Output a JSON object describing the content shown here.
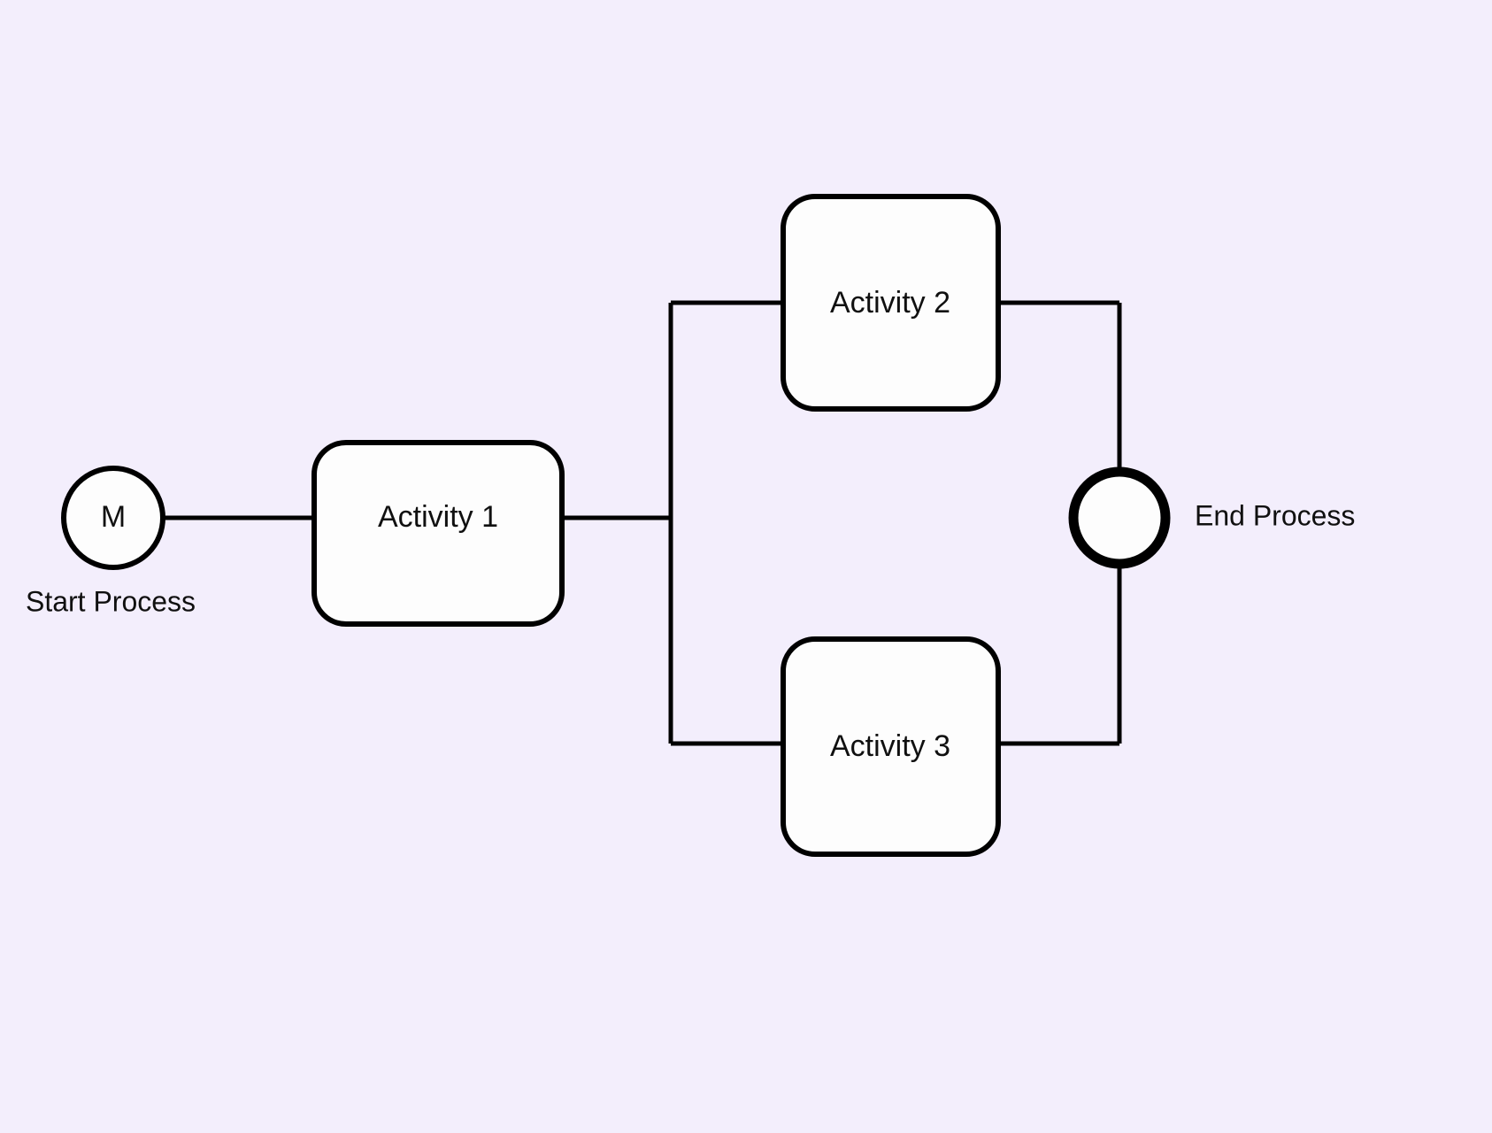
{
  "diagram": {
    "type": "bpmn-process-flow",
    "background_color": "#f3eefc",
    "stroke_color": "#000000",
    "node_fill": "#fdfdfd",
    "start_event": {
      "marker": "M",
      "marker_meaning": "message-start-event",
      "label": "Start Process",
      "label_position": "below"
    },
    "tasks": [
      {
        "label": "Activity 1"
      },
      {
        "label": "Activity 2"
      },
      {
        "label": "Activity 3"
      }
    ],
    "end_event": {
      "label": "End Process",
      "label_position": "right"
    }
  }
}
